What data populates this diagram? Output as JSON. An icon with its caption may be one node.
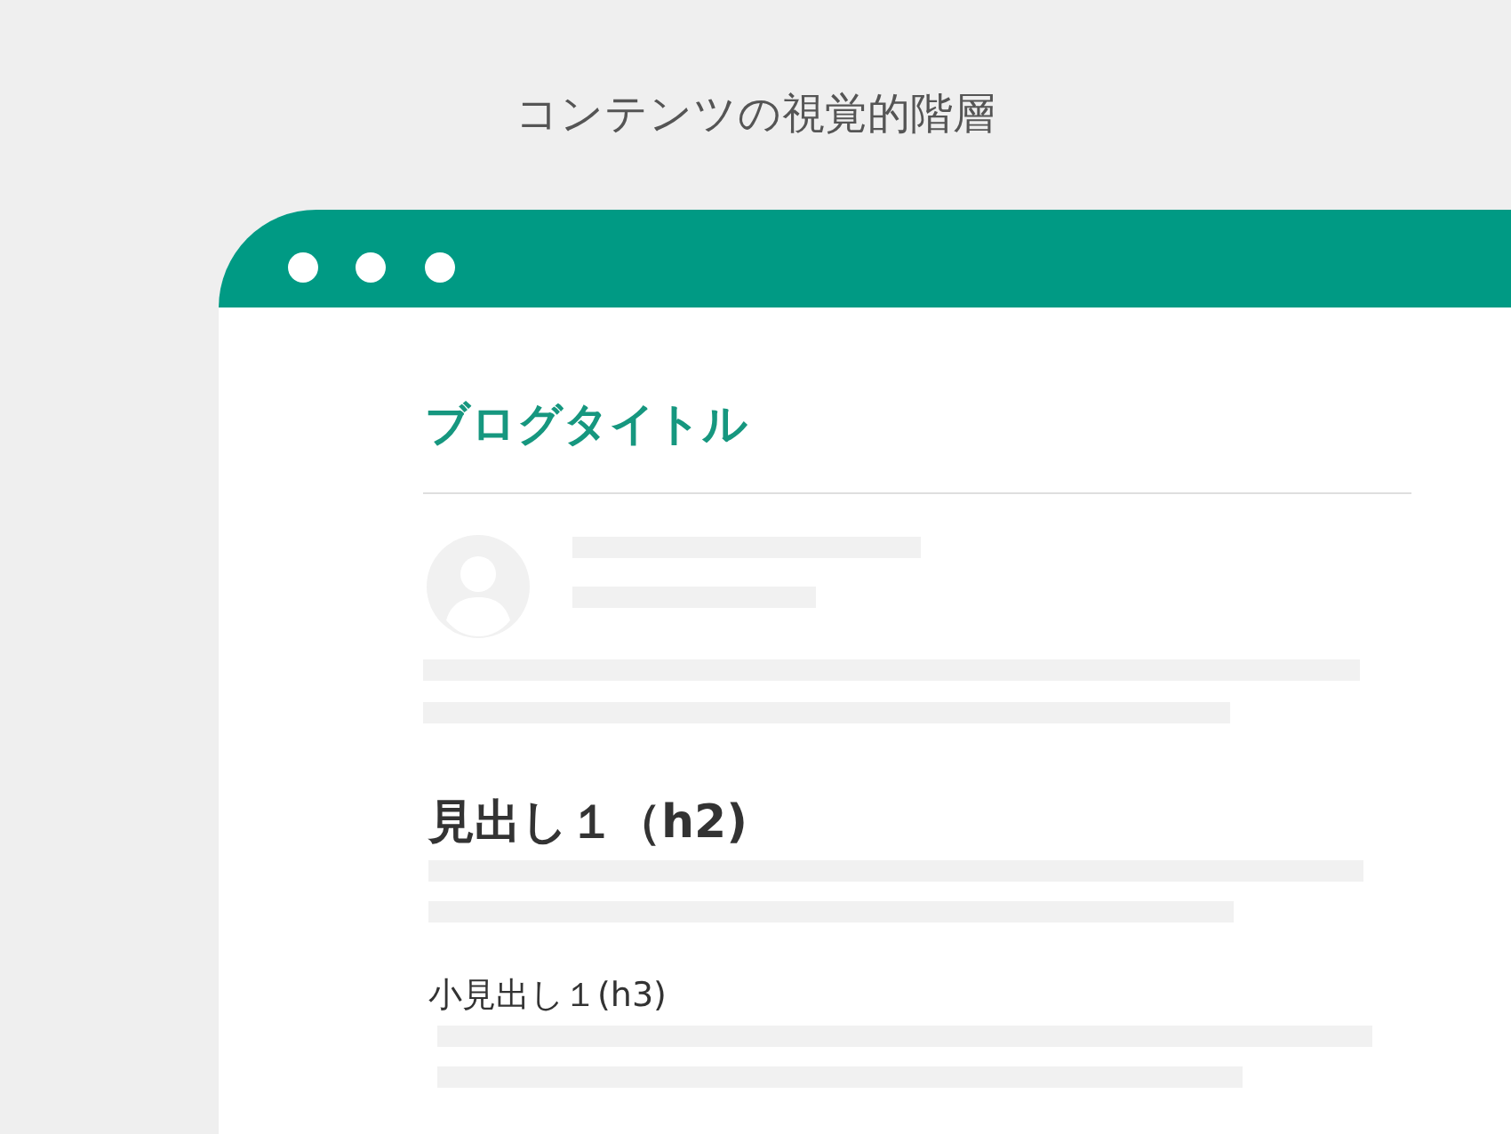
{
  "diagram": {
    "title": "コンテンツの視覚的階層",
    "labels": [
      "ブログタイトル",
      "見出し１（h2)",
      "小見出し１(h3)"
    ]
  }
}
